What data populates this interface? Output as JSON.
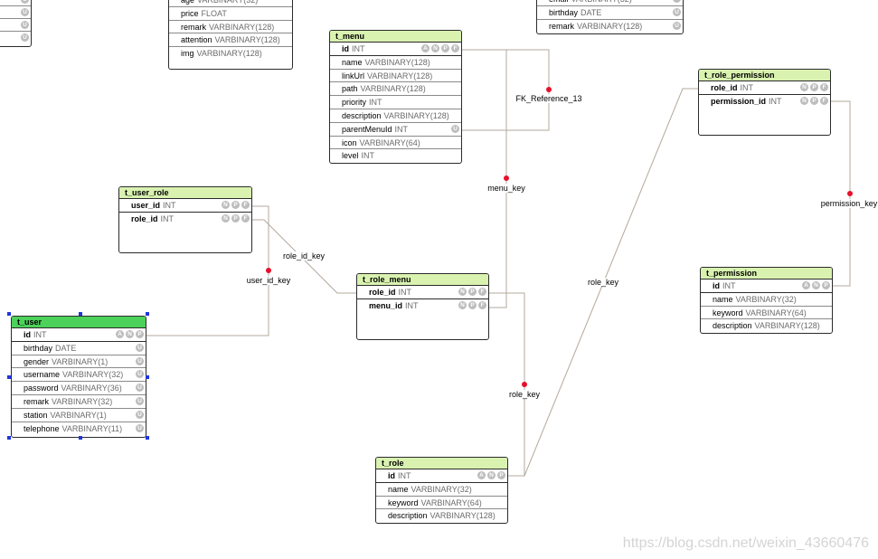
{
  "tables": {
    "t_menu": {
      "name": "t_menu",
      "columns": [
        {
          "name": "id",
          "type": "INT",
          "flags": [
            "A",
            "N",
            "P",
            "F"
          ],
          "pk": true
        },
        {
          "name": "name",
          "type": "VARBINARY(128)",
          "flags": []
        },
        {
          "name": "linkUrl",
          "type": "VARBINARY(128)",
          "flags": []
        },
        {
          "name": "path",
          "type": "VARBINARY(128)",
          "flags": []
        },
        {
          "name": "priority",
          "type": "INT",
          "flags": []
        },
        {
          "name": "description",
          "type": "VARBINARY(128)",
          "flags": []
        },
        {
          "name": "parentMenuId",
          "type": "INT",
          "flags": [
            "U"
          ]
        },
        {
          "name": "icon",
          "type": "VARBINARY(64)",
          "flags": []
        },
        {
          "name": "level",
          "type": "INT",
          "flags": []
        }
      ]
    },
    "t_role_permission": {
      "name": "t_role_permission",
      "columns": [
        {
          "name": "role_id",
          "type": "INT",
          "flags": [
            "N",
            "P",
            "F"
          ],
          "pk": true
        },
        {
          "name": "permission_id",
          "type": "INT",
          "flags": [
            "N",
            "P",
            "F"
          ],
          "pk": true
        }
      ]
    },
    "t_user_role": {
      "name": "t_user_role",
      "columns": [
        {
          "name": "user_id",
          "type": "INT",
          "flags": [
            "N",
            "P",
            "F"
          ],
          "pk": true
        },
        {
          "name": "role_id",
          "type": "INT",
          "flags": [
            "N",
            "P",
            "F"
          ],
          "pk": true
        }
      ]
    },
    "t_role_menu": {
      "name": "t_role_menu",
      "columns": [
        {
          "name": "role_id",
          "type": "INT",
          "flags": [
            "N",
            "P",
            "F"
          ],
          "pk": true
        },
        {
          "name": "menu_id",
          "type": "INT",
          "flags": [
            "N",
            "P",
            "F"
          ],
          "pk": true
        }
      ]
    },
    "t_permission": {
      "name": "t_permission",
      "columns": [
        {
          "name": "id",
          "type": "INT",
          "flags": [
            "A",
            "N",
            "P"
          ],
          "pk": true
        },
        {
          "name": "name",
          "type": "VARBINARY(32)",
          "flags": []
        },
        {
          "name": "keyword",
          "type": "VARBINARY(64)",
          "flags": []
        },
        {
          "name": "description",
          "type": "VARBINARY(128)",
          "flags": []
        }
      ]
    },
    "t_user": {
      "name": "t_user",
      "columns": [
        {
          "name": "id",
          "type": "INT",
          "flags": [
            "A",
            "N",
            "P"
          ],
          "pk": true
        },
        {
          "name": "birthday",
          "type": "DATE",
          "flags": [
            "U"
          ]
        },
        {
          "name": "gender",
          "type": "VARBINARY(1)",
          "flags": [
            "U"
          ]
        },
        {
          "name": "username",
          "type": "VARBINARY(32)",
          "flags": [
            "U"
          ]
        },
        {
          "name": "password",
          "type": "VARBINARY(36)",
          "flags": [
            "U"
          ]
        },
        {
          "name": "remark",
          "type": "VARBINARY(32)",
          "flags": [
            "U"
          ]
        },
        {
          "name": "station",
          "type": "VARBINARY(1)",
          "flags": [
            "U"
          ]
        },
        {
          "name": "telephone",
          "type": "VARBINARY(11)",
          "flags": [
            "U"
          ]
        }
      ]
    },
    "t_role": {
      "name": "t_role",
      "columns": [
        {
          "name": "id",
          "type": "INT",
          "flags": [
            "A",
            "N",
            "P"
          ],
          "pk": true
        },
        {
          "name": "name",
          "type": "VARBINARY(32)",
          "flags": []
        },
        {
          "name": "keyword",
          "type": "VARBINARY(64)",
          "flags": []
        },
        {
          "name": "description",
          "type": "VARBINARY(128)",
          "flags": []
        }
      ]
    },
    "partial_top_center": {
      "columns": [
        {
          "name": "age",
          "type": "VARBINARY(32)",
          "flags": []
        },
        {
          "name": "price",
          "type": "FLOAT",
          "flags": []
        },
        {
          "name": "remark",
          "type": "VARBINARY(128)",
          "flags": []
        },
        {
          "name": "attention",
          "type": "VARBINARY(128)",
          "flags": []
        },
        {
          "name": "img",
          "type": "VARBINARY(128)",
          "flags": []
        }
      ]
    },
    "partial_top_right": {
      "columns": [
        {
          "name": "email",
          "type": "VARBINARY(32)",
          "flags": [
            "U"
          ]
        },
        {
          "name": "birthday",
          "type": "DATE",
          "flags": [
            "U"
          ]
        },
        {
          "name": "remark",
          "type": "VARBINARY(128)",
          "flags": [
            "U"
          ]
        }
      ]
    }
  },
  "relations": {
    "fk_reference_13": "FK_Reference_13",
    "menu_key": "menu_key",
    "role_id_key": "role_id_key",
    "user_id_key": "user_id_key",
    "role_key_upper": "role_key",
    "role_key_lower": "role_key",
    "permission_key": "permission_key"
  },
  "watermark": "https://blog.csdn.net/weixin_43660476",
  "colors": {
    "header": "#d9f2b0",
    "selected_header": "#4cd15a",
    "line": "#b3a89c",
    "dot": "#e8102a",
    "handle": "#1f35e0"
  }
}
